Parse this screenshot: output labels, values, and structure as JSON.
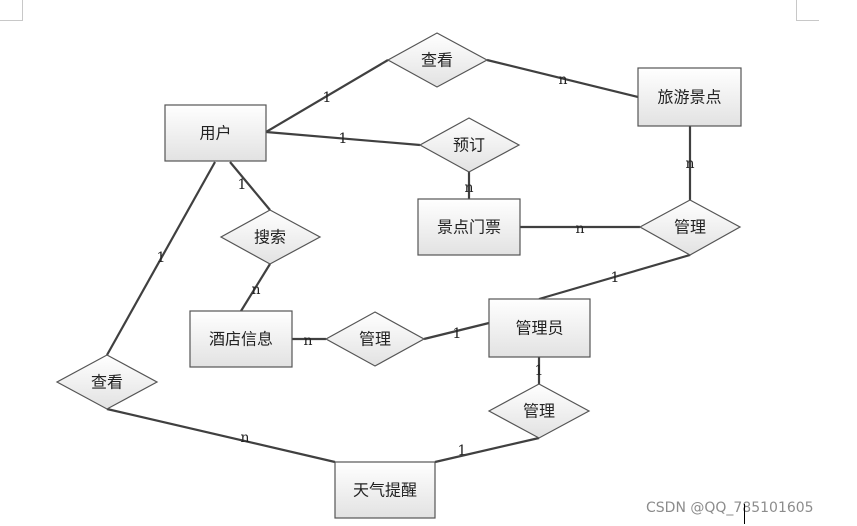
{
  "diagram": {
    "entities": {
      "user": "用户",
      "attraction": "旅游景点",
      "ticket": "景点门票",
      "hotel": "酒店信息",
      "admin": "管理员",
      "weather": "天气提醒"
    },
    "relationships": {
      "view_attraction": "查看",
      "book": "预订",
      "search": "搜索",
      "manage_ticket": "管理",
      "manage_hotel": "管理",
      "manage_weather": "管理",
      "view_weather": "查看"
    },
    "cardinalities": {
      "user_view": "1",
      "view_attraction": "n",
      "user_book": "1",
      "book_ticket": "n",
      "user_search": "1",
      "search_hotel": "n",
      "attraction_manage": "n",
      "ticket_manage": "n",
      "manage_admin_1": "1",
      "hotel_manage": "n",
      "manage_admin_2": "1",
      "admin_manage": "1",
      "manage_weather": "1",
      "user_view_weather": "1",
      "view_weather_weather": "n"
    },
    "colors": {
      "line": "#404040",
      "border": "#555555",
      "fill_top": "#ffffff",
      "fill_bottom": "#e2e2e2"
    }
  },
  "watermark": "CSDN @QQ_785101605"
}
